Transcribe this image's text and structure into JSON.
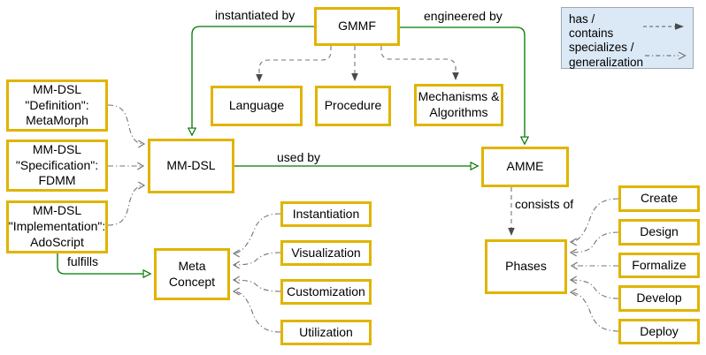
{
  "nodes": {
    "gmmf": "GMMF",
    "language": "Language",
    "procedure": "Procedure",
    "mechanisms": "Mechanisms &\nAlgorithms",
    "mmdsl": "MM-DSL",
    "amme": "AMME",
    "definition": "MM-DSL\n\"Definition\":\nMetaMorph",
    "specification": "MM-DSL\n\"Specification\":\nFDMM",
    "implementation": "MM-DSL\n\"Implementation\":\nAdoScript",
    "meta_concept": "Meta\nConcept",
    "instantiation": "Instantiation",
    "visualization": "Visualization",
    "customization": "Customization",
    "utilization": "Utilization",
    "phases": "Phases",
    "create": "Create",
    "design": "Design",
    "formalize": "Formalize",
    "develop": "Develop",
    "deploy": "Deploy"
  },
  "edges": {
    "instantiated_by": "instantiated by",
    "engineered_by": "engineered by",
    "used_by": "used by",
    "fulfills": "fulfills",
    "consists_of": "consists of"
  },
  "legend": {
    "has_contains": "has / contains",
    "specializes": "specializes /\ngeneralization"
  },
  "colors": {
    "box_border": "#E0B400",
    "relation_green": "#007700",
    "line_gray": "#757575",
    "arrowhead_gray": "#4A4A4A",
    "legend_bg": "#DBE9F6",
    "legend_border": "#9FA8B0",
    "text": "#000000"
  }
}
